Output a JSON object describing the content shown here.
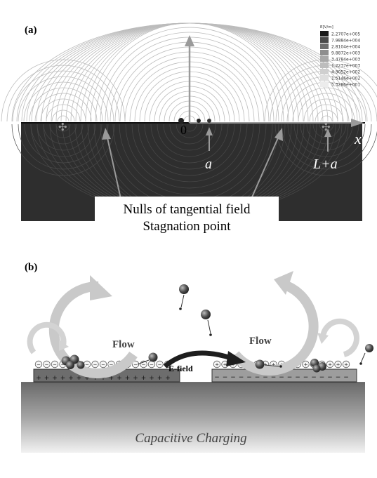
{
  "panel_a": {
    "tag": "(a)",
    "legend_title": "E[V/m]",
    "legend_values": [
      "2.2707e+005",
      "7.9884e+004",
      "2.8104e+004",
      "9.8872e+003",
      "3.4784e+003",
      "1.2237e+003",
      "4.3052e+002",
      "1.5146e+002",
      "5.3286e+001"
    ],
    "legend_colors": [
      "#1a1a1a",
      "#4a4a4a",
      "#6e6e6e",
      "#8e8e8e",
      "#a8a8a8",
      "#bdbdbd",
      "#cfcfcf",
      "#dedede",
      "#ececec"
    ],
    "label_origin": "0",
    "label_a": "a",
    "label_La": "L+a",
    "label_x": "x",
    "callout_line1": "Nulls of tangential field",
    "callout_line2": "Stagnation point"
  },
  "panel_b": {
    "tag": "(b)",
    "flow_left": "Flow",
    "flow_right": "Flow",
    "efield": "E-field",
    "caption": "Capacitive Charging"
  }
}
